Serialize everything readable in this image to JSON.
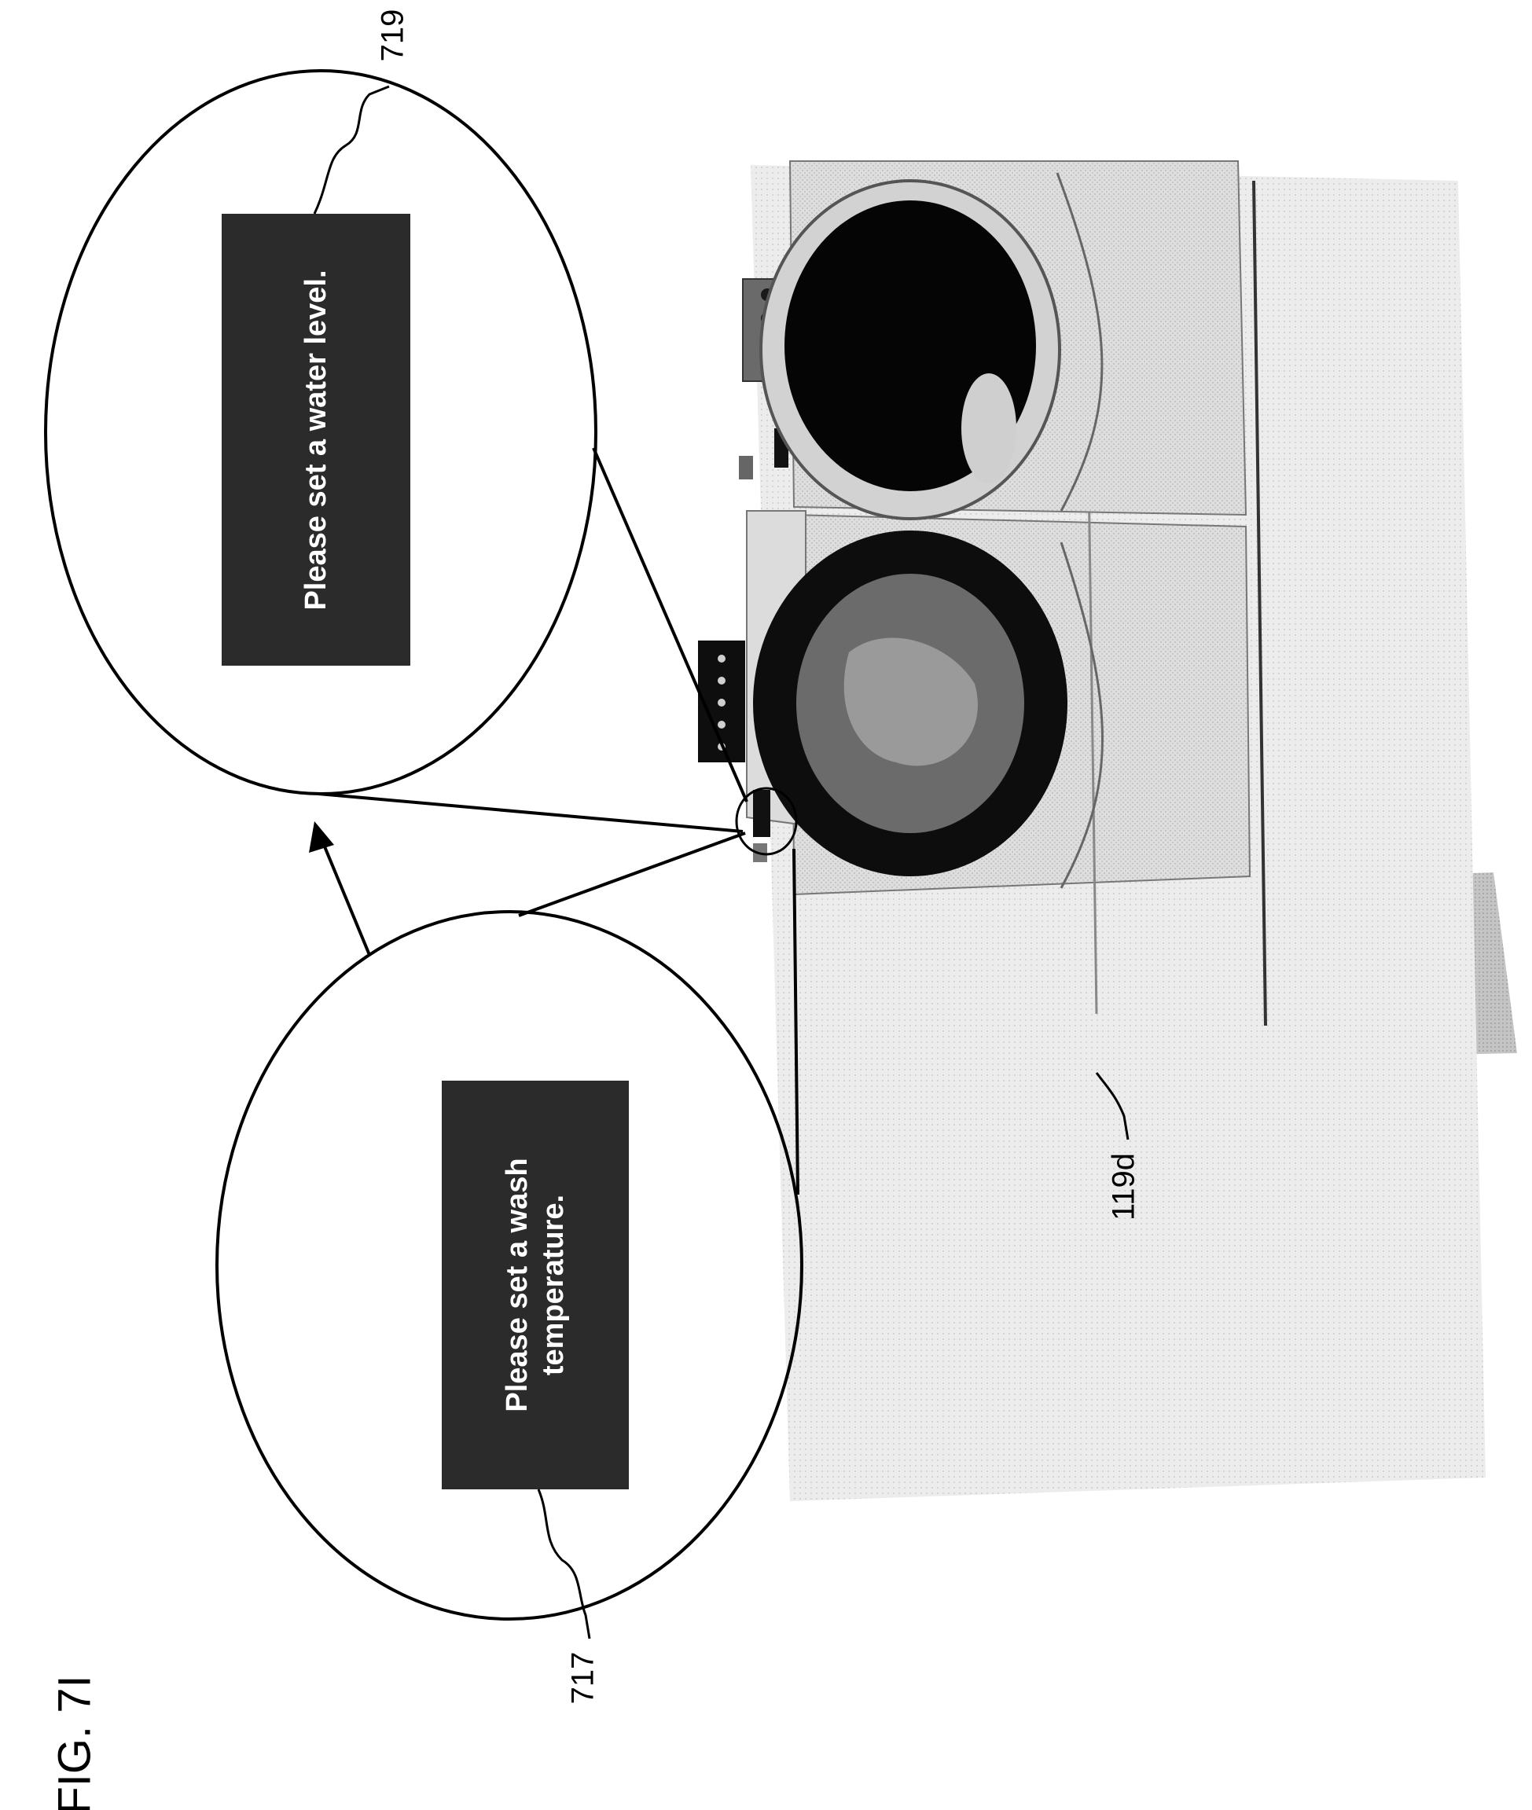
{
  "figure": {
    "title": "FIG. 7I",
    "callouts": {
      "wash_temperature": {
        "reference": "717",
        "screen_line_1": "Please set a wash",
        "screen_line_2": "temperature."
      },
      "water_level": {
        "reference": "719",
        "screen_line_1": "Please set a water level."
      }
    },
    "washer_reference": "119d"
  },
  "colors": {
    "screen_background": "#2b2b2b",
    "screen_text": "#ffffff",
    "line": "#000000",
    "machine_body": "#e6e6e6",
    "machine_shadow": "#b8b8b8"
  }
}
